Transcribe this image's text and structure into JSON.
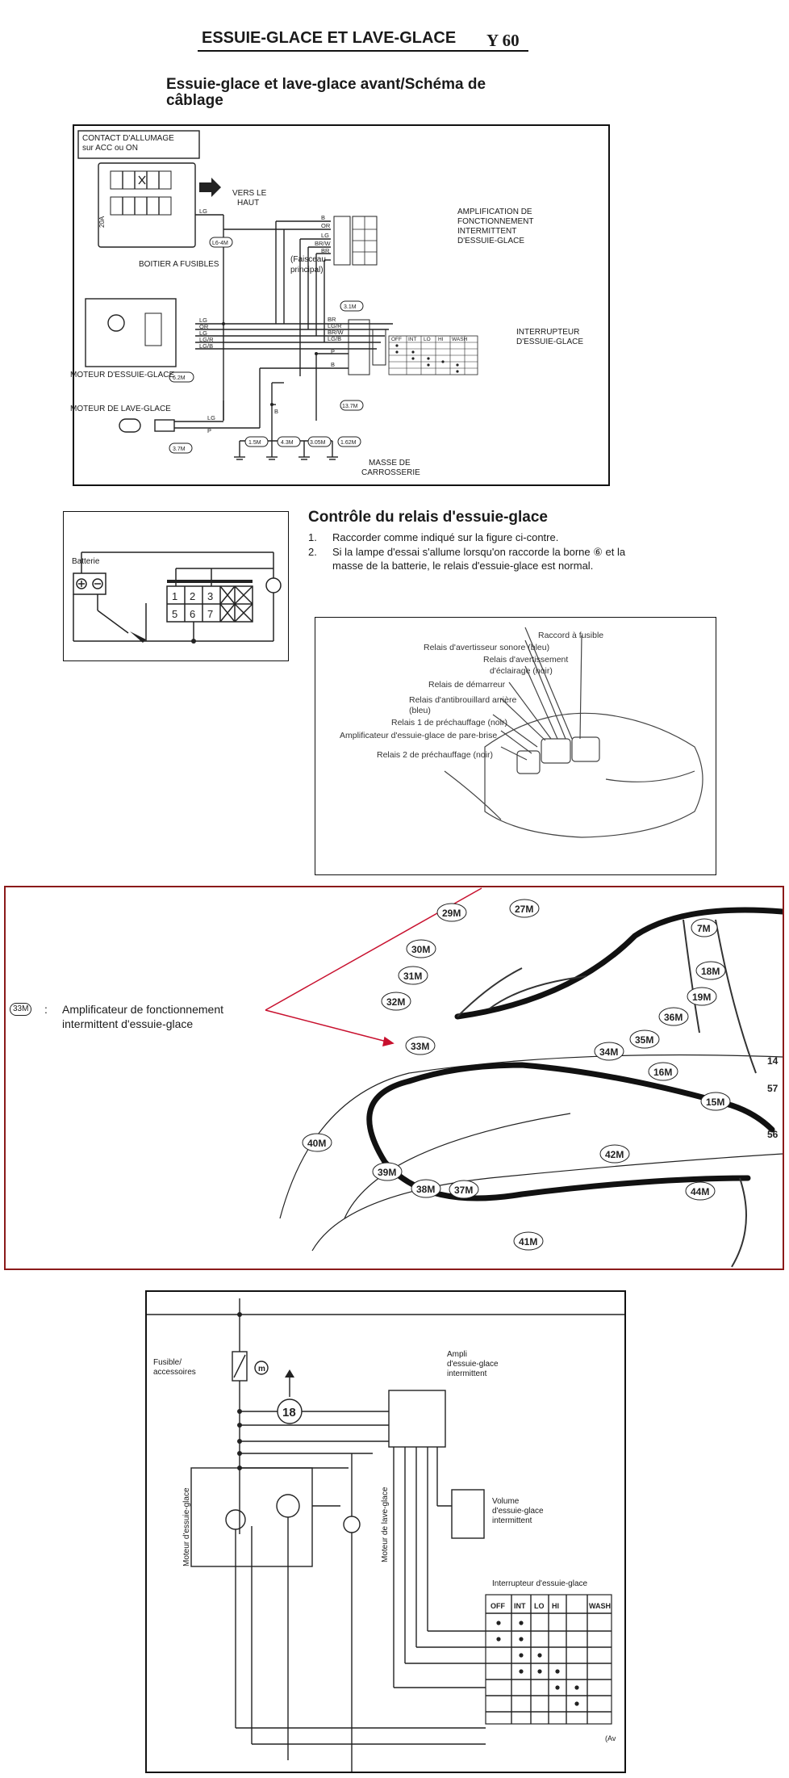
{
  "header": {
    "title": "ESSUIE-GLACE ET LAVE-GLACE",
    "model": "Y 60",
    "subtitle_line1": "Essuie-glace et lave-glace avant/Schéma de",
    "subtitle_line2": "câblage"
  },
  "wiring": {
    "ignition": [
      "CONTACT D'ALLUMAGE",
      "sur ACC ou ON"
    ],
    "fuse_box": "BOITIER A FUSIBLES",
    "fuse_rating": "20A",
    "up_arrow": [
      "VERS LE",
      "HAUT"
    ],
    "harness": [
      "(Faisceau",
      "principal)"
    ],
    "amp": [
      "AMPLIFICATION DE",
      "FONCTIONNEMENT",
      "INTERMITTENT",
      "D'ESSUIE-GLACE"
    ],
    "wiper_switch": [
      "INTERRUPTEUR",
      "D'ESSUIE-GLACE"
    ],
    "switch_cols": [
      "OFF",
      "INT",
      "LO",
      "HI",
      "WASH"
    ],
    "wiper_motor": "MOTEUR D'ESSUIE-GLACE",
    "washer_motor": "MOTEUR DE LAVE-GLACE",
    "ground": [
      "MASSE DE",
      "CARROSSERIE"
    ],
    "codes": [
      "L6-4M",
      "6.2M",
      "3.1M",
      "3.7M",
      "13.7M",
      "1.5M",
      "4.3M",
      "3.05M",
      "1.62M"
    ],
    "wire_colors": {
      "lg": "LG",
      "or": "OR",
      "bw": "BR/W",
      "br": "BR",
      "b": "B",
      "lgr": "LG/R",
      "lgb": "LG/B",
      "p": "P"
    }
  },
  "relay_check": {
    "title": "Contrôle du relais d'essuie-glace",
    "step1": "Raccorder comme indiqué sur la figure ci-contre.",
    "step2_line1": "Si la lampe d'essai s'allume lorsqu'on raccorde la borne ⑥ et la",
    "step2_line2": "masse de la batterie, le relais d'essuie-glace est normal.",
    "battery": "Batterie",
    "terminals": [
      "1",
      "2",
      "3",
      "5",
      "6",
      "7"
    ]
  },
  "relay_locations": [
    "Raccord à fusible",
    "Relais d'avertisseur sonore (bleu)",
    "Relais d'avertissement",
    "d'éclairage (noir)",
    "Relais de démarreur",
    "Relais d'antibrouillard arrière",
    "(bleu)",
    "Relais 1 de préchauffage (noir)",
    "Amplificateur d'essuie-glace de pare-brise",
    "Relais 2 de préchauffage (noir)"
  ],
  "harness_view": {
    "legend_code": "33M",
    "legend_line1": "Amplificateur de fonctionnement",
    "legend_line2": "intermittent d'essuie-glace",
    "connectors": [
      "29M",
      "27M",
      "30M",
      "31M",
      "32M",
      "33M",
      "34M",
      "35M",
      "36M",
      "7M",
      "18M",
      "19M",
      "16M",
      "15M",
      "14",
      "57",
      "56",
      "40M",
      "39M",
      "38M",
      "37M",
      "41M",
      "42M",
      "44M"
    ]
  },
  "bottom_schematic": {
    "fuse": [
      "Fusible/",
      "accessoires"
    ],
    "fuse_code": "m",
    "circle_num": "18",
    "amp": [
      "Ampli",
      "d'essuie-glace",
      "intermittent"
    ],
    "volume": [
      "Volume",
      "d'essuie-glace",
      "intermittent"
    ],
    "wiper_motor_vert": "Moteur d'essuie-glace",
    "washer_motor_vert": "Moteur de lave-glace",
    "switch_title": "Interrupteur d'essuie-glace",
    "switch_cols": [
      "OFF",
      "INT",
      "LO",
      "HI",
      "WASH"
    ],
    "corner": "(Av"
  },
  "colors": {
    "ink": "#1a1a1a",
    "red_arrow": "#c8102e",
    "frame_red": "#8b1a1a"
  }
}
